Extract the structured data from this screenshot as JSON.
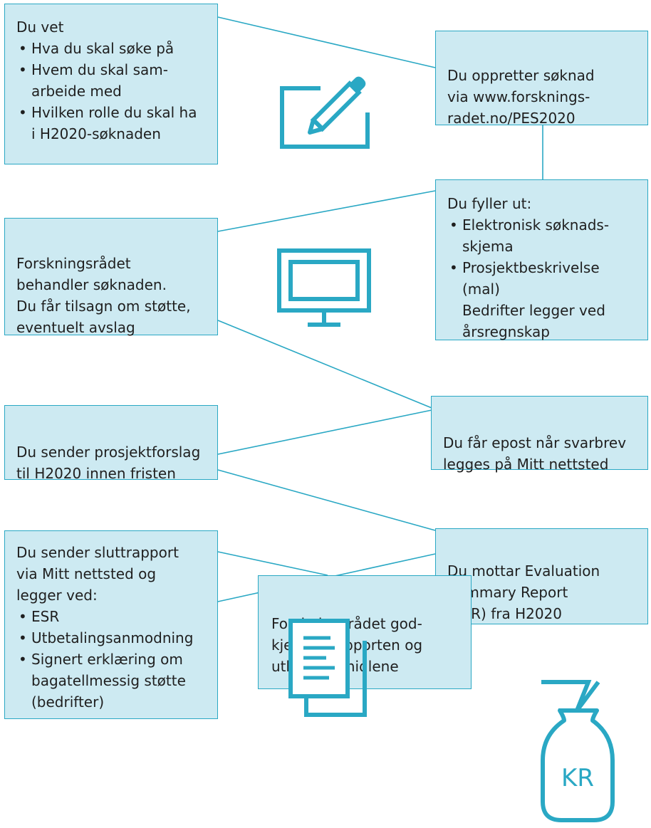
{
  "boxes": {
    "you_know": {
      "heading": "Du vet",
      "items": [
        "Hva du skal søke på",
        "Hvem du skal sam-\narbeide med",
        "Hvilken rolle du skal ha\ni H2020-søknaden"
      ]
    },
    "create_application": {
      "text": "Du oppretter søknad\nvia www.forsknings-\nradet.no/PES2020"
    },
    "fill_out": {
      "heading": "Du fyller ut:",
      "items": [
        "Elektronisk søknads-\nskjema",
        "Prosjektbeskrivelse (mal)\nBedrifter legger ved\nårsregnskap"
      ]
    },
    "council_processes": {
      "text": "Forskningsrådet\nbehandler søknaden.\nDu får tilsagn om støtte,\neventuelt avslag"
    },
    "email_notice": {
      "text": "Du får epost når svarbrev\nlegges på Mitt nettsted"
    },
    "send_proposal": {
      "text": "Du sender prosjektforslag\ntil H2020 innen fristen"
    },
    "receive_esr": {
      "text": "Du mottar Evaluation\nSummary Report\n(ESR) fra H2020"
    },
    "final_report": {
      "heading": "Du sender sluttrapport\nvia Mitt nettsted og\nlegger ved:",
      "items": [
        "ESR",
        "Utbetalingsanmodning",
        "Signert erklæring om\nbagatellmessig støtte\n(bedrifter)"
      ]
    },
    "council_approves": {
      "text": "Forskningsrådet god-\nkjenner rapporten og\nutbetaler midlene"
    }
  },
  "icons": {
    "edit": "pencil-edit-icon",
    "monitor": "monitor-icon",
    "documents": "documents-icon",
    "money_bag": "money-bag-icon",
    "money_bag_label": "KR"
  },
  "colors": {
    "accent": "#2aa8c4",
    "box_fill": "#cdeaf2",
    "text": "#1f1f1f"
  }
}
